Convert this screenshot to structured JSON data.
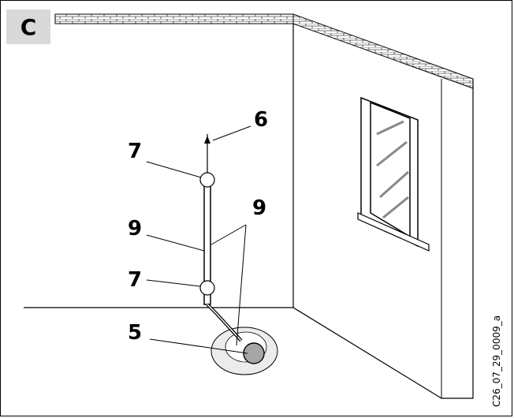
{
  "panel_label": "C",
  "callouts": {
    "n6": "6",
    "n7_top": "7",
    "n9_left": "9",
    "n9_right": "9",
    "n7_bottom": "7",
    "n5": "5"
  },
  "reference_code": "C26_07_29_0009_a"
}
